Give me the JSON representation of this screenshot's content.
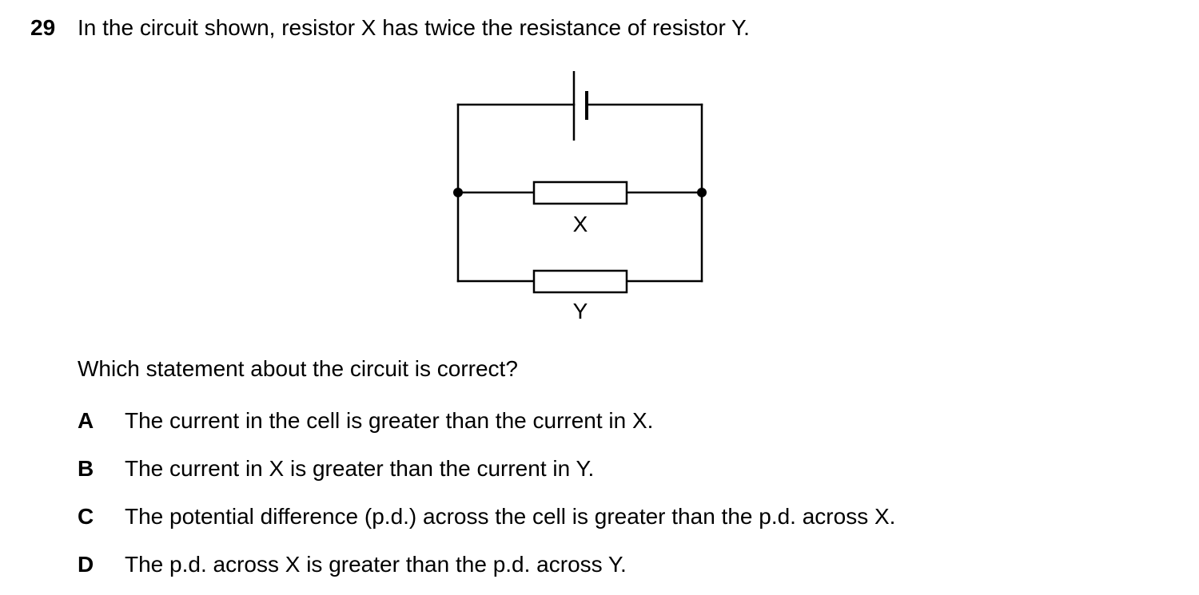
{
  "question": {
    "number": "29",
    "stem": "In the circuit shown, resistor X has twice the resistance of resistor Y.",
    "prompt": "Which statement about the circuit is correct?"
  },
  "circuit": {
    "resistor_x_label": "X",
    "resistor_y_label": "Y"
  },
  "options": [
    {
      "letter": "A",
      "text": "The current in the cell is greater than the current in X."
    },
    {
      "letter": "B",
      "text": "The current in X is greater than the current in Y."
    },
    {
      "letter": "C",
      "text": "The potential difference (p.d.) across the cell is greater than the p.d. across X."
    },
    {
      "letter": "D",
      "text": "The p.d. across X is greater than the p.d. across Y."
    }
  ]
}
